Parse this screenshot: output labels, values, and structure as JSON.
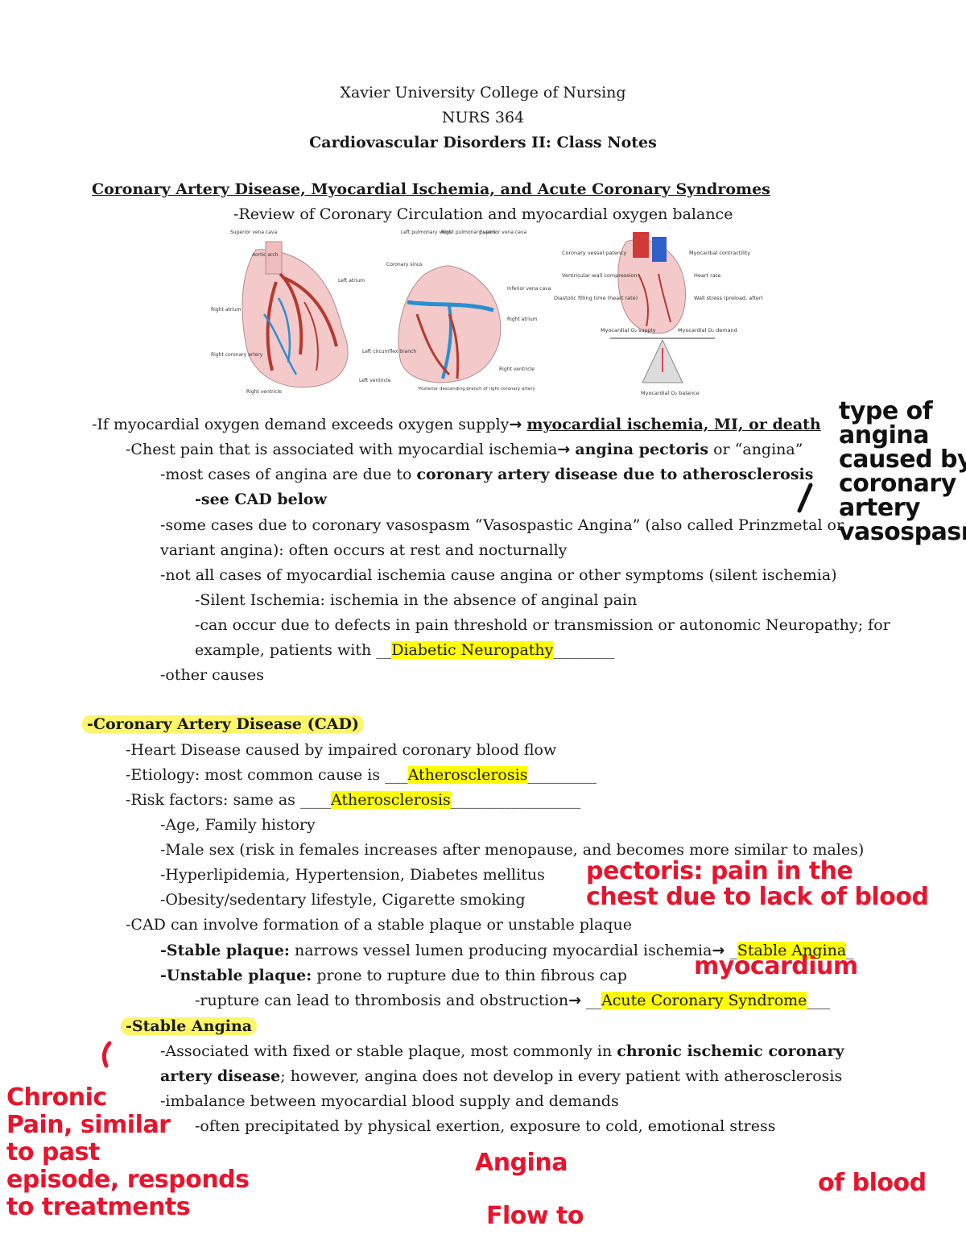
{
  "header": {
    "school": "Xavier University College of Nursing",
    "course": "NURS 364",
    "subject": "Cardiovascular Disorders II: Class Notes"
  },
  "section1": {
    "title": "Coronary Artery Disease, Myocardial Ischemia, and Acute Coronary Syndromes",
    "review": "-Review of Coronary Circulation and myocardial oxygen balance"
  },
  "figure": {
    "heart1_labels": [
      "Superior vena cava",
      "Aortic arch",
      "Left atrium",
      "Right atrium",
      "Right coronary artery",
      "Right ventricle",
      "Left ventricle"
    ],
    "heart2_labels": [
      "Left pulmonary veins",
      "Right pulmonary veins",
      "Superior vena cava",
      "Coronary sinus",
      "Inferior vena cava",
      "Right atrium",
      "Left circumflex branch",
      "Posterior descending branch of right coronary artery",
      "Right ventricle"
    ],
    "balance_left": [
      "Coronary vessel patency",
      "Ventricular wall compression",
      "Diastolic filling time (heart rate)"
    ],
    "balance_right": [
      "Myocardial contractility",
      "Heart rate",
      "Wall stress (preload, afterload)"
    ],
    "supply_label": "Myocardial O₂ supply",
    "demand_label": "Myocardial O₂ demand",
    "balance_label": "Myocardial O₂ balance"
  },
  "body": {
    "l1_pre": "-If myocardial oxygen demand exceeds oxygen supply",
    "l1_arrow": "→",
    "l1_bold": "myocardial ischemia, MI, or death",
    "l2_pre": "-Chest pain that is associated with myocardial ischemia",
    "l2_arrow": "→",
    "l2_bold": "angina pectoris",
    "l2_post": " or “angina”",
    "l3_pre": "-most cases of angina are due to ",
    "l3_bold": "coronary artery disease due to atherosclerosis",
    "l4": "-see CAD below",
    "l5": "-some cases due to coronary vasospasm “Vasospastic Angina” (also called Prinzmetal or",
    "l6": "variant angina): often occurs at rest and nocturnally",
    "l7": "-not all cases of myocardial ischemia cause angina or other symptoms (silent ischemia)",
    "l8": "-Silent Ischemia: ischemia in the absence of anginal pain",
    "l9": "-can occur due to defects in pain threshold or transmission or autonomic Neuropathy; for",
    "l10_pre": "example, patients with __",
    "l10_hl": "Diabetic Neuropathy",
    "l10_post": "________",
    "l11": "-other causes"
  },
  "cad": {
    "heading": "-Coronary Artery Disease (CAD)",
    "l1": "-Heart Disease caused by impaired coronary blood flow",
    "l2_pre": "-Etiology: most common cause is ___",
    "l2_hl": "Atherosclerosis",
    "l2_post": "_________",
    "l3_pre": "-Risk factors: same as ____",
    "l3_hl": "Atherosclerosis",
    "l3_post": "_________________",
    "l4": "-Age, Family history",
    "l5": "-Male sex (risk in females increases after menopause, and becomes more similar to males)",
    "l6": "-Hyperlipidemia, Hypertension, Diabetes mellitus",
    "l7": "-Obesity/sedentary lifestyle, Cigarette smoking",
    "l8": "-CAD can involve formation of a stable plaque or unstable plaque",
    "l9_bold": "-Stable plaque:",
    "l9_text": " narrows vessel lumen producing myocardial ischemia",
    "l9_arrow": "→",
    "l9_pre": " _",
    "l9_hl": "Stable Angina",
    "l9_post": "_",
    "l10_bold": "-Unstable plaque:",
    "l10_text": " prone to rupture due to thin fibrous cap",
    "l11_text": "-rupture can lead to thrombosis and obstruction",
    "l11_arrow": "→",
    "l11_pre": " __",
    "l11_hl": "Acute Coronary Syndrome",
    "l11_post": "___"
  },
  "stable": {
    "heading": "-Stable Angina",
    "l1_pre": "-Associated with fixed or stable plaque, most commonly in ",
    "l1_bold": "chronic ischemic coronary",
    "l2_bold": "artery disease",
    "l2_post": "; however, angina does not develop in every patient with atherosclerosis",
    "l3": "-imbalance between myocardial blood supply and demands",
    "l4": "-often precipitated by physical exertion, exposure to cold, emotional stress"
  },
  "handwriting": {
    "black_note": [
      "type of",
      "angina",
      "caused by",
      "coronary",
      "artery",
      "vasospasm"
    ],
    "red_note_1": [
      "pectoris: pain in the",
      "chest  due to  lack of blood"
    ],
    "red_note_2": "myocardium",
    "red_note_3": [
      "Chronic",
      "Pain, similar",
      "to past",
      "episode, responds",
      "to  treatments"
    ],
    "red_note_4": "Angina",
    "red_note_5": "Flow  to",
    "red_note_6": "of blood"
  },
  "colors": {
    "highlight": "#ffff00",
    "soft_highlight": "#fdf56a",
    "red_ink": "#e8142d",
    "artery_red": "#b23a30",
    "vein_blue": "#2a8fd0",
    "heart_pink": "#f3c9c9"
  }
}
